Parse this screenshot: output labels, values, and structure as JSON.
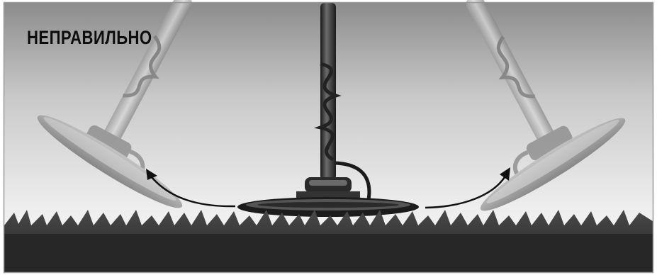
{
  "title": "НЕПРАВИЛЬНО",
  "colors": {
    "sky_top": "#8a8a8a",
    "sky_bottom": "#f4f4f4",
    "ground": "#2b2b2b",
    "arrow": "#111111",
    "border": "#9a9a9a"
  },
  "icons": {
    "left_detector": "tilted-left-metal-detector",
    "center_detector": "level-metal-detector",
    "right_detector": "tilted-right-metal-detector",
    "left_arrow": "curved-arrow-up-left",
    "right_arrow": "curved-arrow-up-right"
  }
}
